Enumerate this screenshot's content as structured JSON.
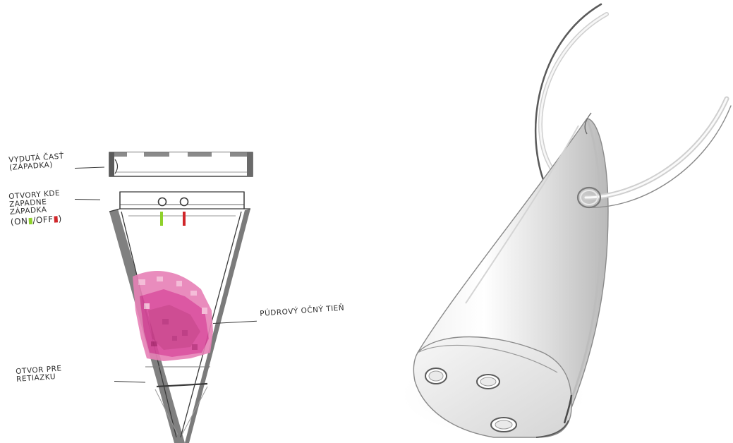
{
  "annotations": {
    "cap": {
      "line1": "VYDUTÁ ČASŤ",
      "line2": "(ZÁPADKA)"
    },
    "holes": {
      "line1": "OTVORY KDE",
      "line2": "ZAPADNE",
      "line3": "ZÁPADKA",
      "on_label": "ON",
      "off_label": "OFF",
      "paren_open": "(",
      "separator": "/",
      "paren_close": ")"
    },
    "powder": {
      "text": "PÚDROVÝ OČNÝ TIEŇ"
    },
    "chain": {
      "line1": "OTVOR PRE",
      "line2": "RETIAZKU"
    }
  },
  "colors": {
    "on_indicator": "#8fd12b",
    "off_indicator": "#d0262a",
    "powder": "#e0559c",
    "sketch_line": "#3a3a3a"
  }
}
